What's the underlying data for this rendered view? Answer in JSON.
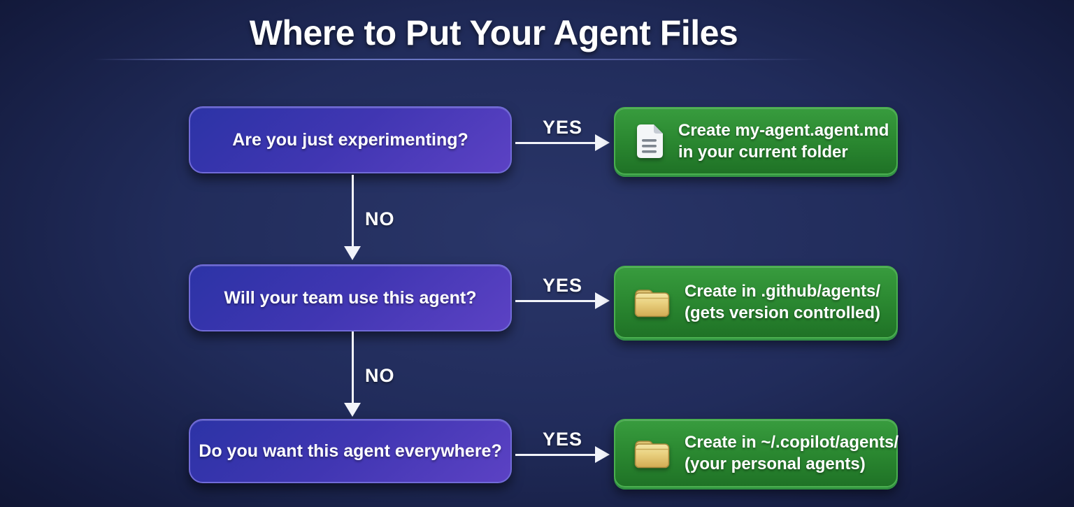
{
  "page": {
    "title": "Where to Put Your Agent Files"
  },
  "flow": {
    "rows": [
      {
        "question": "Are you just experimenting?",
        "yes_label": "YES",
        "no_label": "NO",
        "result": {
          "icon": "document-icon",
          "line1": "Create my-agent.agent.md",
          "line2": "in your current folder"
        }
      },
      {
        "question": "Will your team use this agent?",
        "yes_label": "YES",
        "no_label": "NO",
        "result": {
          "icon": "folder-icon",
          "line1": "Create in .github/agents/",
          "line2": "(gets version controlled)"
        }
      },
      {
        "question": "Do you want this agent everywhere?",
        "yes_label": "YES",
        "result": {
          "icon": "folder-icon",
          "line1": "Create in ~/.copilot/agents/",
          "line2": "(your personal agents)"
        }
      }
    ]
  },
  "colors": {
    "background_center": "#2a3669",
    "background_edge": "#0a0e24",
    "question_box_start": "#2c33a6",
    "question_box_end": "#5c42c4",
    "question_box_border": "#716bd8",
    "result_box_start": "#389c3e",
    "result_box_end": "#1f7226",
    "result_box_border": "#4aaf4f",
    "arrow": "#f2f4fa",
    "text": "#ffffff",
    "folder_icon_fill": "#e8cf7d",
    "divider": "#5a64a6"
  }
}
